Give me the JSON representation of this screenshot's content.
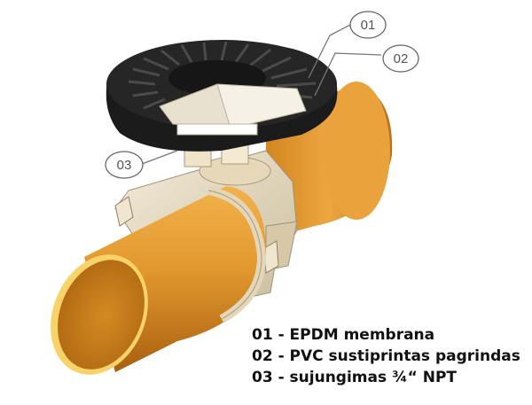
{
  "callouts": [
    {
      "id": "01"
    },
    {
      "id": "02"
    },
    {
      "id": "03"
    }
  ],
  "legend": [
    "01 - EPDM membrana",
    "02 - PVC sustiprintas pagrindas",
    "03 - sujungimas ¾“ NPT"
  ],
  "colors": {
    "pipe": "#e2982f",
    "pipe_dark": "#b86a12",
    "saddle": "#e8dcc2",
    "membrane": "#1b1b1b",
    "fitting": "#efe3c8"
  }
}
